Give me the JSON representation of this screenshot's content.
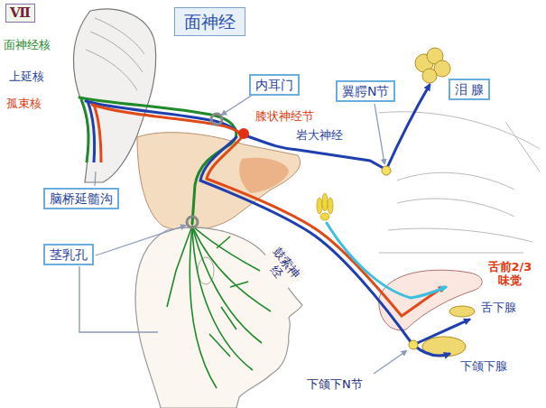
{
  "diagram": {
    "title": "面神经",
    "nodes": [
      {
        "text": [
          "Ⅶ"
        ]
      },
      {
        "text": [
          "内耳门"
        ]
      },
      {
        "text": [
          "翼腭N节"
        ]
      },
      {
        "text": [
          "泪 腺"
        ]
      },
      {
        "text": [
          "脑桥延髓沟"
        ]
      },
      {
        "text": [
          "茎乳孔"
        ]
      }
    ],
    "labels": [
      "面神经核",
      "上延核",
      "孤束核",
      "膝状神经节",
      "岩大神经",
      "鼓索神经",
      "舌前2/3 味觉",
      "舌下腺",
      "下颌下腺",
      "下颌下N节"
    ]
  }
}
